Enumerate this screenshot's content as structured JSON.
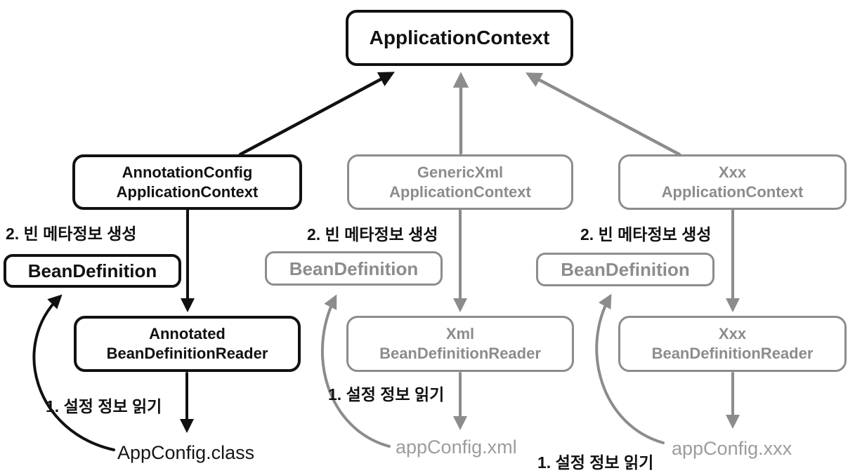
{
  "diagram": {
    "root": {
      "label": "ApplicationContext"
    },
    "columns": [
      {
        "context_line1": "AnnotationConfig",
        "context_line2": "ApplicationContext",
        "step2_label": "2. 빈 메타정보 생성",
        "bean_definition_label": "BeanDefinition",
        "reader_line1": "Annotated",
        "reader_line2": "BeanDefinitionReader",
        "step1_label": "1. 설정 정보 읽기",
        "config_file": "AppConfig.class"
      },
      {
        "context_line1": "GenericXml",
        "context_line2": "ApplicationContext",
        "step2_label": "2. 빈 메타정보 생성",
        "bean_definition_label": "BeanDefinition",
        "reader_line1": "Xml",
        "reader_line2": "BeanDefinitionReader",
        "step1_label": "1. 설정 정보 읽기",
        "config_file": "appConfig.xml"
      },
      {
        "context_line1": "Xxx",
        "context_line2": "ApplicationContext",
        "step2_label": "2. 빈 메타정보 생성",
        "bean_definition_label": "BeanDefinition",
        "reader_line1": "Xxx",
        "reader_line2": "BeanDefinitionReader",
        "step1_label": "1. 설정 정보 읽기",
        "config_file": "appConfig.xxx"
      }
    ],
    "colors": {
      "active": "#111111",
      "inactive": "#8c8c8c",
      "file_inactive": "#9c9c9c",
      "background": "#ffffff"
    }
  }
}
